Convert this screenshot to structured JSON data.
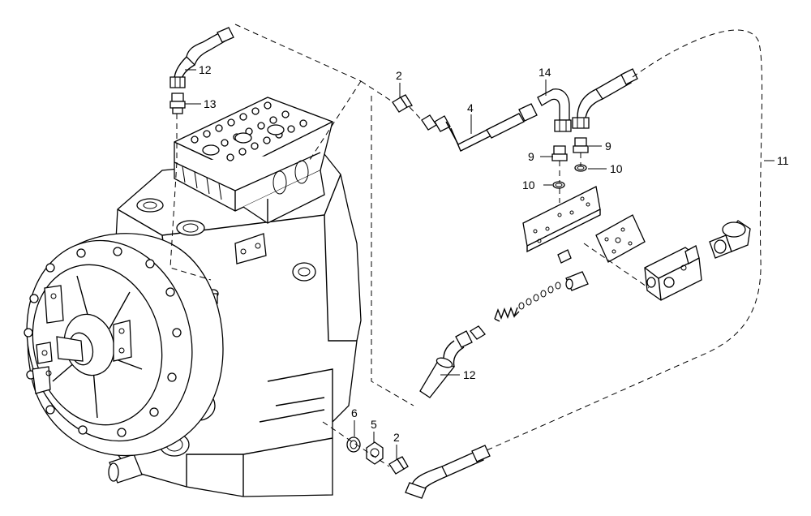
{
  "callouts": {
    "c12_top": "12",
    "c13": "13",
    "c2_top": "2",
    "c4": "4",
    "c14": "14",
    "c9_left": "9",
    "c9_right": "9",
    "c10_left": "10",
    "c10_right": "10",
    "c11": "11",
    "c12_bottom": "12",
    "c6": "6",
    "c5": "5",
    "c2_bottom": "2"
  }
}
